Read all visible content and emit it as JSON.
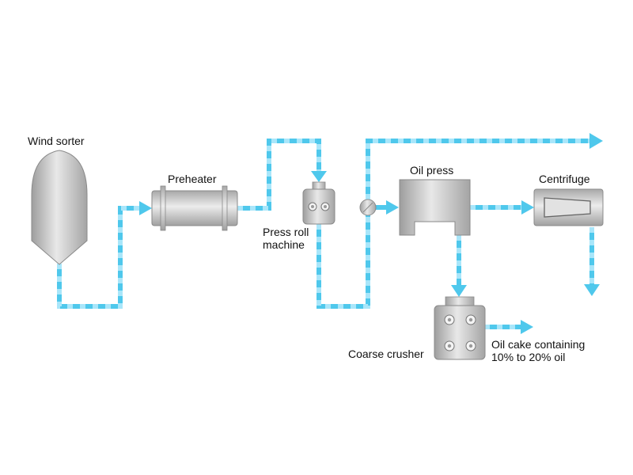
{
  "labels": {
    "wind_sorter": "Wind sorter",
    "preheater": "Preheater",
    "press_roll_line1": "Press roll",
    "press_roll_line2": "machine",
    "oil_press": "Oil press",
    "centrifuge": "Centrifuge",
    "coarse_crusher": "Coarse crusher",
    "oil_cake_line1": "Oil cake containing",
    "oil_cake_line2": "10% to 20% oil"
  },
  "colors": {
    "pipe": "#4fc8ec",
    "pipe_light": "#bfeeff",
    "equipment": "#c8c8c8",
    "equipment_dark": "#9a9a9a"
  }
}
